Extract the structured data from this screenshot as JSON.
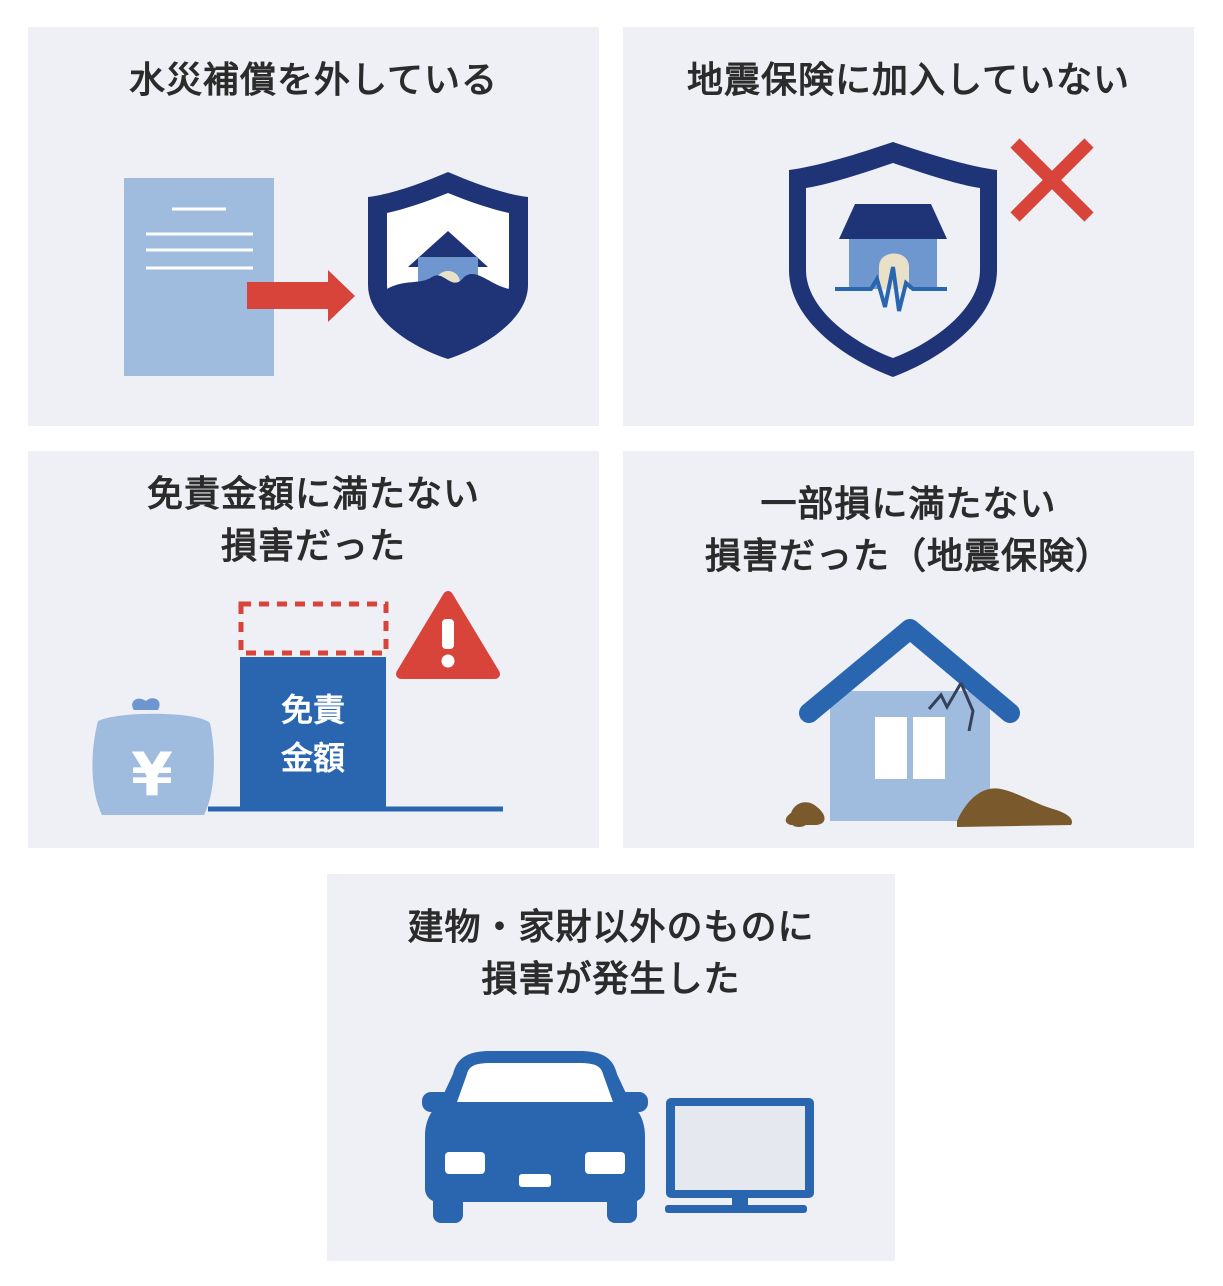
{
  "colors": {
    "card_bg": "#eef0f6",
    "navy": "#1f3477",
    "blue": "#2a66b0",
    "light_blue": "#9fbcdf",
    "red": "#d8443a",
    "soil": "#7a5a2c"
  },
  "cards": [
    {
      "title": "水災補償を外している",
      "icons": [
        "document-icon",
        "arrow-right-icon",
        "shield-house-flood-icon"
      ]
    },
    {
      "title": "地震保険に加入していない",
      "icons": [
        "shield-house-earthquake-icon",
        "cross-mark-icon"
      ]
    },
    {
      "title": "免責金額に満たない\n損害だった",
      "bar_label": "免責\n金額",
      "icons": [
        "yen-purse-icon",
        "deductible-bar-icon",
        "warning-icon"
      ]
    },
    {
      "title": "一部損に満たない\n損害だった（地震保険）",
      "icons": [
        "cracked-house-icon"
      ]
    },
    {
      "title": "建物・家財以外のものに\n損害が発生した",
      "icons": [
        "car-icon",
        "monitor-icon"
      ]
    }
  ]
}
